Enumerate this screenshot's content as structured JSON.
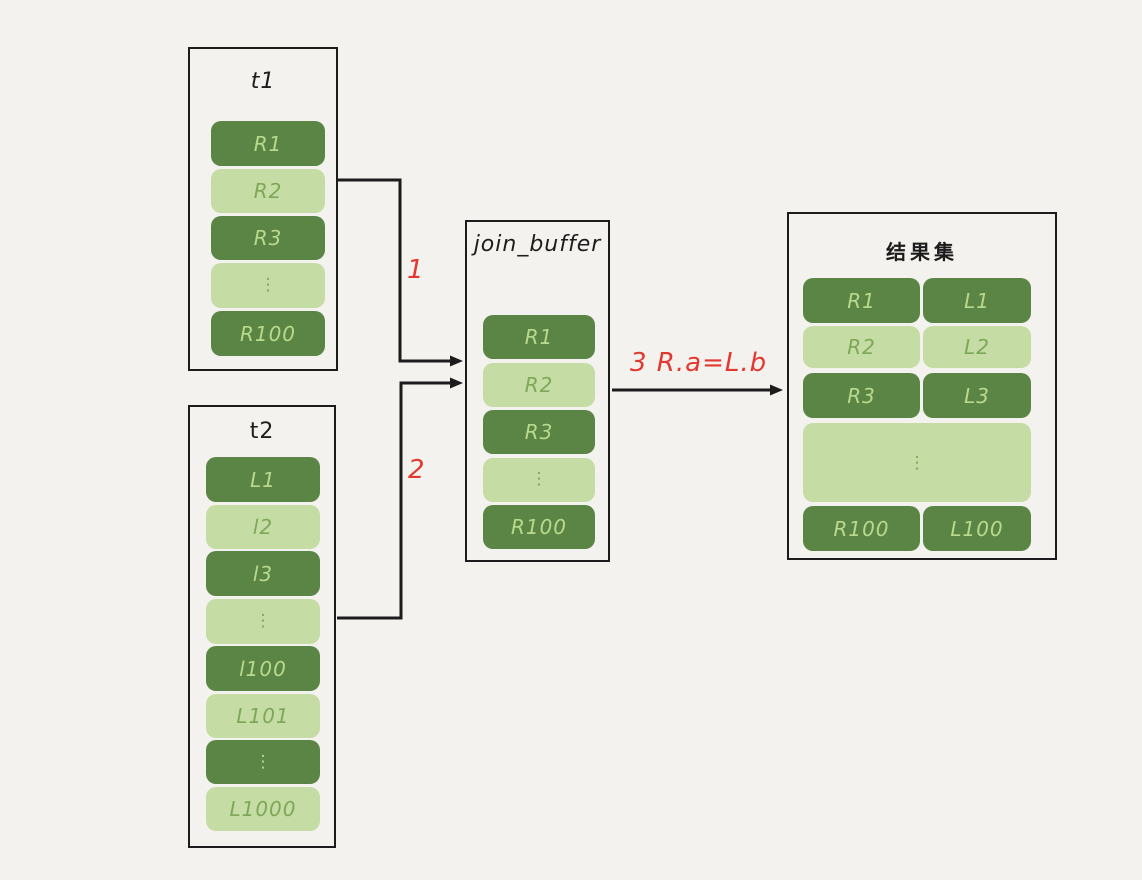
{
  "palette": {
    "background": "#f4f2ee",
    "ink": "#1c1c1c",
    "dark_green": "#5a8545",
    "light_green": "#c5dda4",
    "text_on_dark": "#b9d98c",
    "text_on_light": "#7ea757",
    "red": "#e2382f"
  },
  "tables": {
    "t1": {
      "title": "t1",
      "rows": [
        {
          "label": "R1",
          "tone": "dark"
        },
        {
          "label": "R2",
          "tone": "light"
        },
        {
          "label": "R3",
          "tone": "dark"
        },
        {
          "label": "⋮",
          "tone": "light",
          "ellipsis": true
        },
        {
          "label": "R100",
          "tone": "dark"
        }
      ]
    },
    "t2": {
      "title": "t2",
      "rows": [
        {
          "label": "L1",
          "tone": "dark"
        },
        {
          "label": "l2",
          "tone": "light"
        },
        {
          "label": "l3",
          "tone": "dark"
        },
        {
          "label": "⋮",
          "tone": "light",
          "ellipsis": true
        },
        {
          "label": "l100",
          "tone": "dark"
        },
        {
          "label": "L101",
          "tone": "light"
        },
        {
          "label": "⋮",
          "tone": "dark",
          "ellipsis": true
        },
        {
          "label": "L1000",
          "tone": "light"
        }
      ]
    },
    "join_buffer": {
      "title": "join_buffer",
      "rows": [
        {
          "label": "R1",
          "tone": "dark"
        },
        {
          "label": "R2",
          "tone": "light"
        },
        {
          "label": "R3",
          "tone": "dark"
        },
        {
          "label": "⋮",
          "tone": "light",
          "ellipsis": true
        },
        {
          "label": "R100",
          "tone": "dark"
        }
      ]
    },
    "result": {
      "title": "结果集",
      "rows": [
        {
          "left": "R1",
          "right": "L1",
          "tone": "dark"
        },
        {
          "left": "R2",
          "right": "L2",
          "tone": "light"
        },
        {
          "left": "R3",
          "right": "L3",
          "tone": "dark"
        },
        {
          "label": "⋮",
          "tone": "light",
          "ellipsis": true,
          "wide": true
        },
        {
          "left": "R100",
          "right": "L100",
          "tone": "dark"
        }
      ]
    }
  },
  "arrows": {
    "step1": {
      "label": "1"
    },
    "step2": {
      "label": "2"
    },
    "step3": {
      "label": "3  R.a=L.b"
    }
  }
}
